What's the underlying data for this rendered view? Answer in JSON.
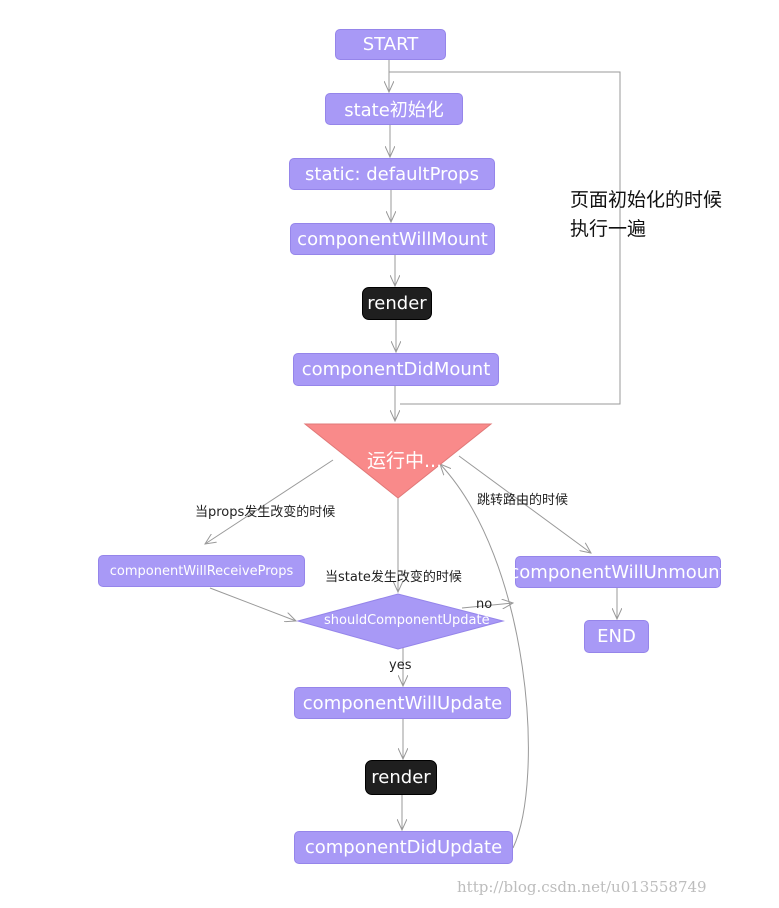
{
  "nodes": {
    "start": "START",
    "state_init": "state初始化",
    "default_props": "static: defaultProps",
    "will_mount": "componentWillMount",
    "render1": "render",
    "did_mount": "componentDidMount",
    "running": "运行中...",
    "will_receive_props": "componentWillReceiveProps",
    "should_update": "shouldComponentUpdate",
    "will_update": "componentWillUpdate",
    "render2": "render",
    "did_update": "componentDidUpdate",
    "will_unmount": "componentWillUnmount",
    "end": "END"
  },
  "labels": {
    "init_once_line1": "页面初始化的时候",
    "init_once_line2": "执行一遍",
    "props_change": "当props发生改变的时候",
    "state_change": "当state发生改变的时候",
    "route_jump": "跳转路由的时候",
    "no": "no",
    "yes": "yes"
  },
  "watermark": "http://blog.csdn.net/u013558749",
  "colors": {
    "node_fill": "#a899f6",
    "running_fill": "#f98a8a",
    "render_fill": "#1f1f1f",
    "edge": "#999999"
  }
}
